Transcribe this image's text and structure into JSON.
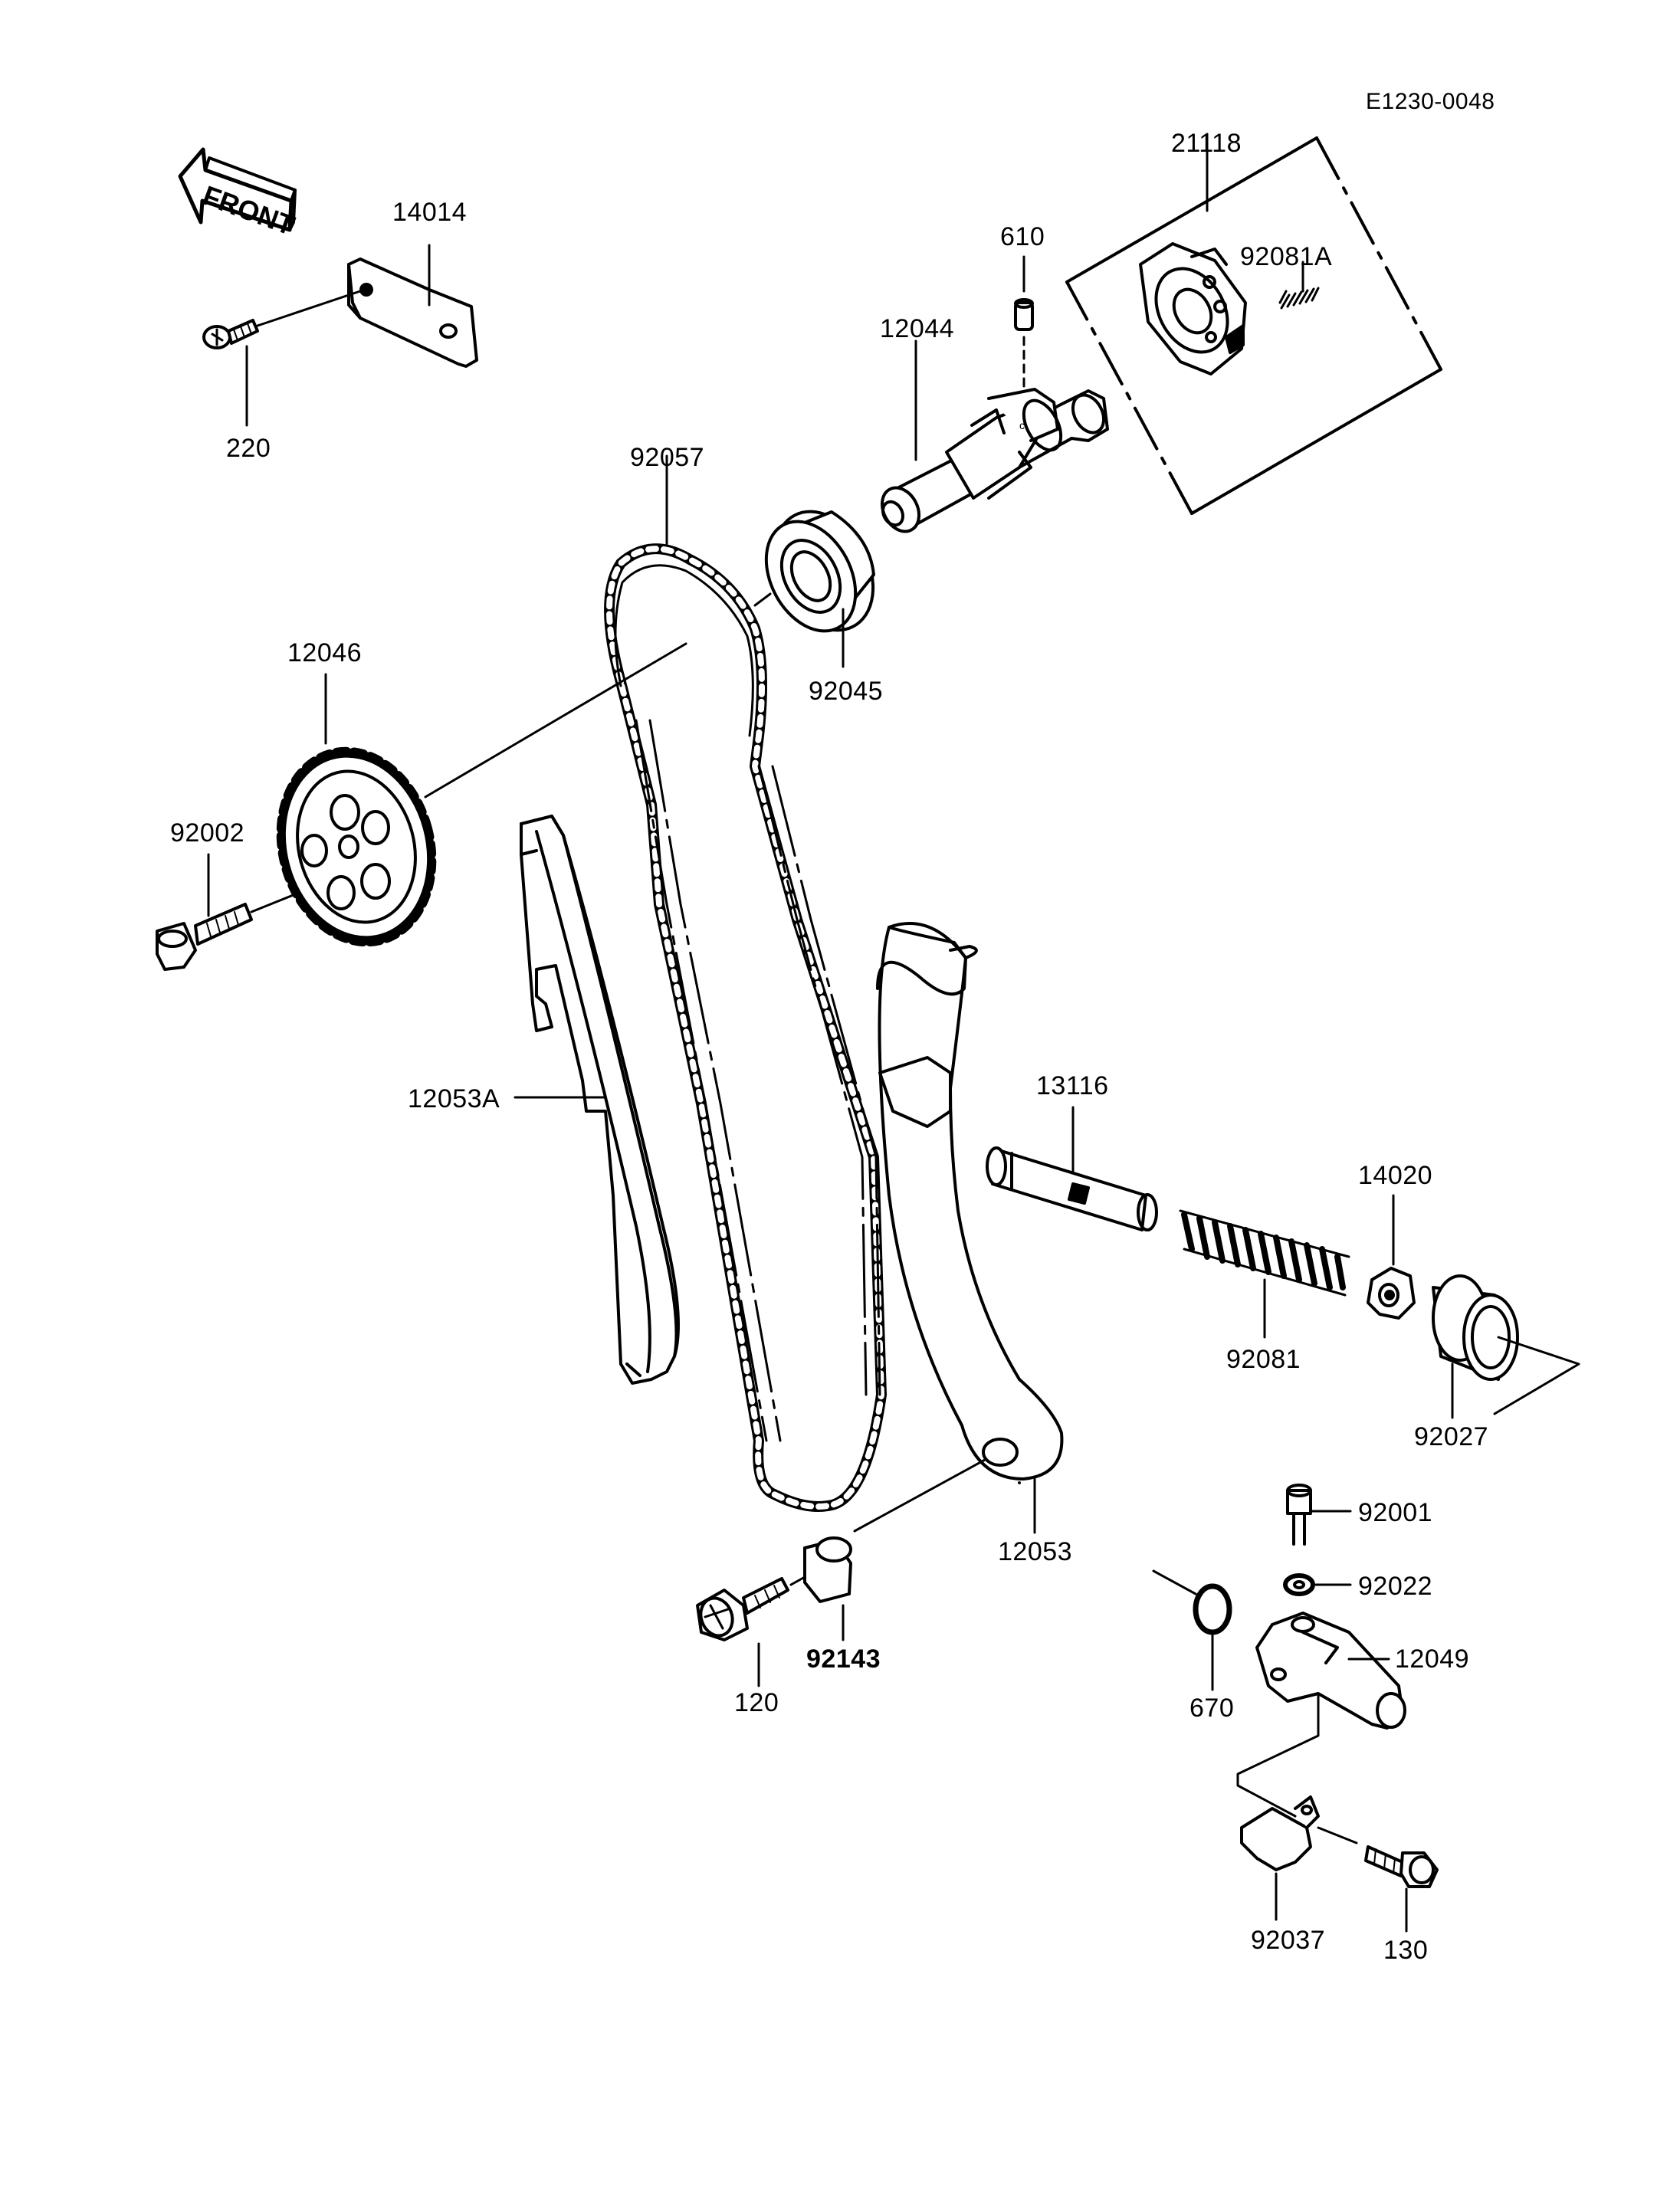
{
  "diagram_id": "E1230-0048",
  "front_label": "FRONT",
  "parts": {
    "p21118": "21118",
    "p92081A": "92081A",
    "p610": "610",
    "p14014": "14014",
    "p12044": "12044",
    "p220": "220",
    "p92057": "92057",
    "p92045": "92045",
    "p12046": "12046",
    "p92002": "92002",
    "p12053A": "12053A",
    "p13116": "13116",
    "p14020": "14020",
    "p92081": "92081",
    "p92027": "92027",
    "p92001": "92001",
    "p12053": "12053",
    "p92022": "92022",
    "p12049": "12049",
    "p92143": "92143",
    "p120": "120",
    "p670": "670",
    "p92037": "92037",
    "p130": "130"
  }
}
